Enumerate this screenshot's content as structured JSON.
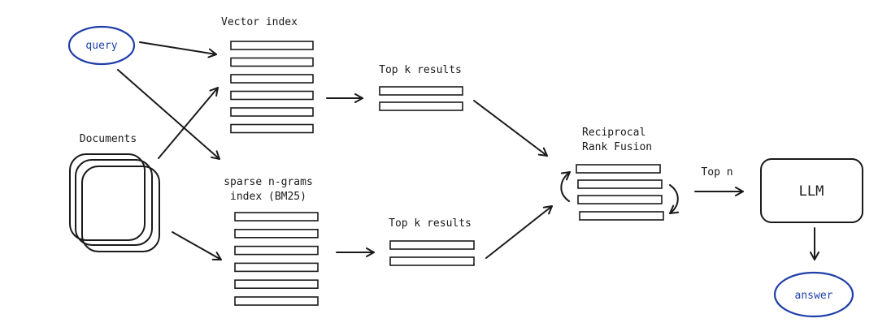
{
  "nodes": {
    "query": "query",
    "documents": "Documents",
    "vector_index": "Vector index",
    "sparse_index_line1": "sparse n-grams",
    "sparse_index_line2": "index (BM25)",
    "top_k_upper": "Top k results",
    "top_k_lower": "Top k results",
    "rrf_line1": "Reciprocal",
    "rrf_line2": "Rank Fusion",
    "top_n": "Top n",
    "llm": "LLM",
    "answer": "answer"
  },
  "colors": {
    "ink": "#1a1a1a",
    "accent": "#1f3fa8"
  }
}
